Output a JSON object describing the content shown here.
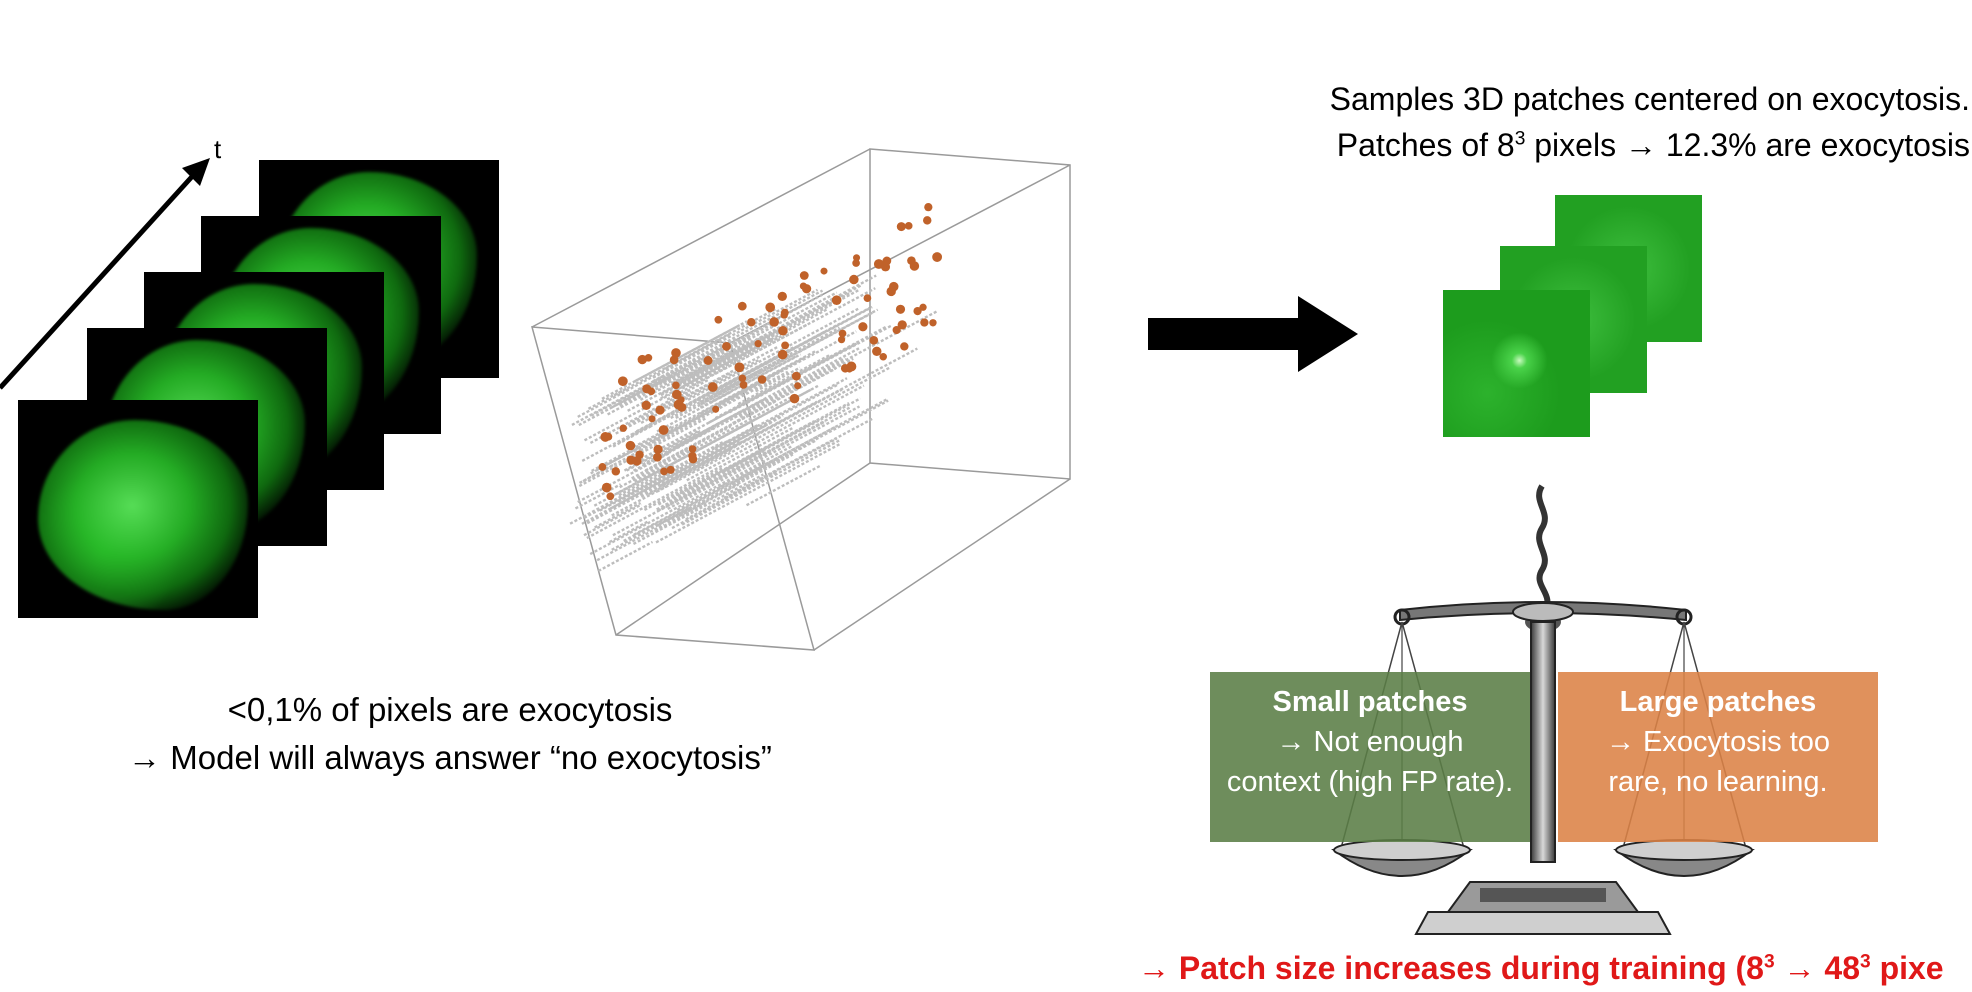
{
  "time_axis": {
    "label": "t"
  },
  "left_caption": {
    "line1": "<0,1% of pixels are exocytosis",
    "line2": "→ Model will always answer “no exocytosis”"
  },
  "right_caption": {
    "line1": "Samples 3D patches centered on exocytosis.",
    "line2_prefix": "Patches of 8",
    "line2_exp": "3",
    "line2_suffix": " pixels → 12.3% are exocytosis"
  },
  "small_box": {
    "title": "Small patches",
    "line1": "→ Not enough",
    "line2": "context (high FP rate)."
  },
  "large_box": {
    "title": "Large patches",
    "line1": "→ Exocytosis too",
    "line2": "rare, no learning."
  },
  "bottom_note": {
    "prefix": "→ Patch size increases during training (8",
    "exp1": "3",
    "middle": " → 48",
    "exp2": "3",
    "suffix": " pixe"
  },
  "colors": {
    "cell_green": "#2fc22f",
    "exocytosis_orange": "#c0622a",
    "track_gray": "#bdbdbd",
    "small_box": "#5a7d46",
    "large_box": "#dc8246",
    "note_red": "#e01818"
  }
}
